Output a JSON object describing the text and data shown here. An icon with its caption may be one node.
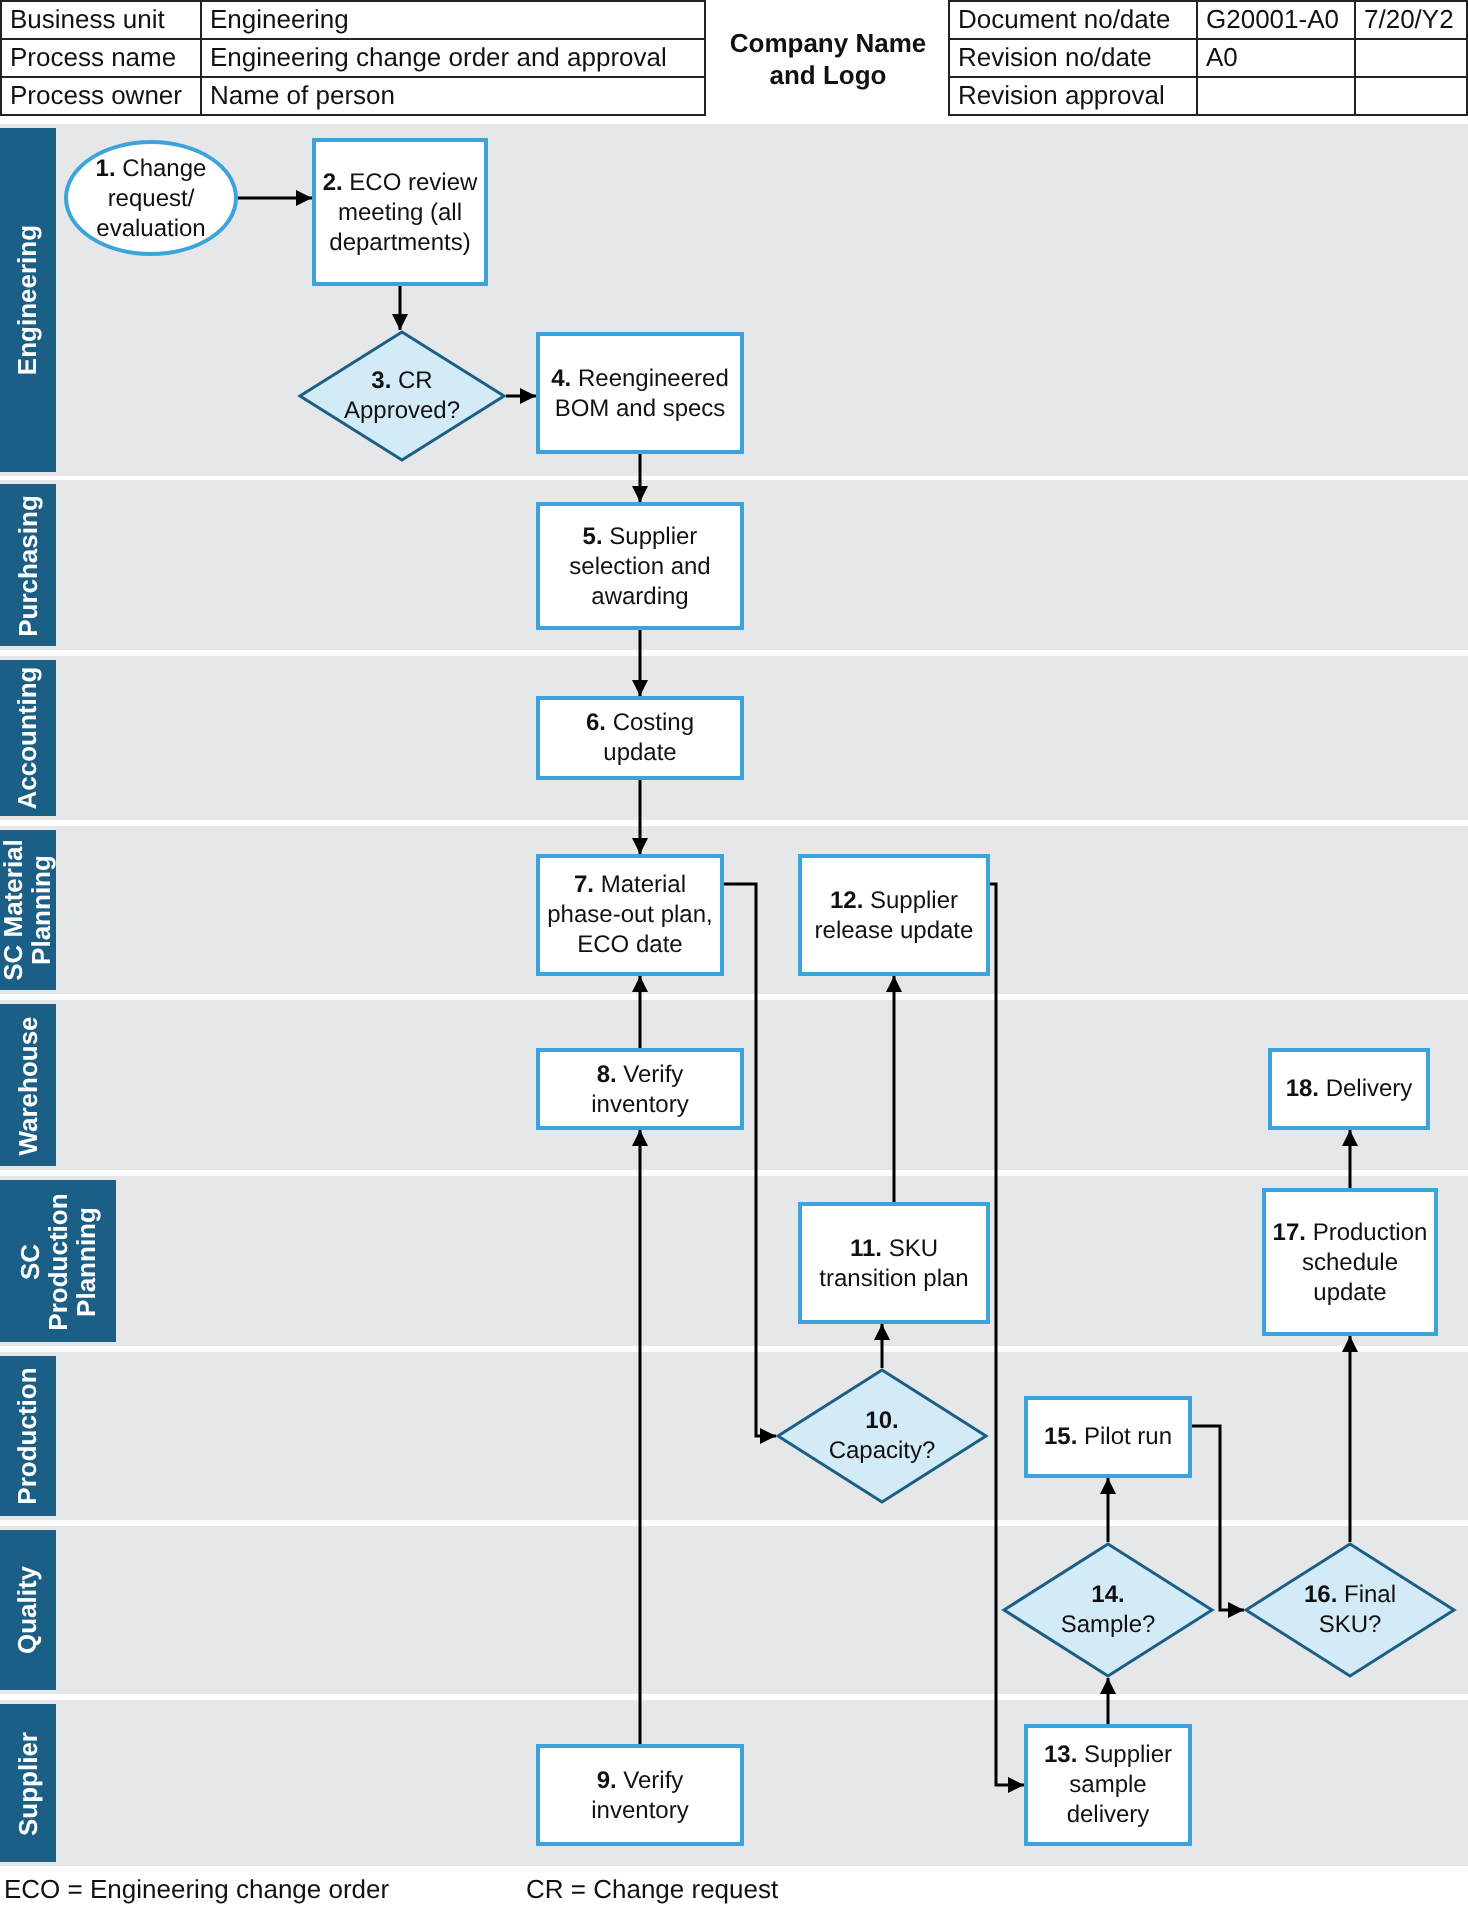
{
  "diagram": {
    "nodes": [
      {
        "text": [
          "Engineering"
        ]
      },
      {
        "text": [
          "**1.** Change request/ evaluation"
        ],
        "in": 0
      },
      {
        "text": [
          "**2.** ECO review meeting (all departments)"
        ],
        "in": 0
      },
      {
        "text": [
          "**3.** CR Approved?"
        ],
        "in": 0
      },
      {
        "text": [
          "**4.** Reengineered BOM and specs"
        ],
        "in": 0
      },
      {
        "text": [
          "Purchasing"
        ]
      },
      {
        "text": [
          "**5.** Supplier selection and awarding"
        ],
        "in": 5
      },
      {
        "text": [
          "Accounting"
        ]
      },
      {
        "text": [
          "**6.** Costing update"
        ],
        "in": 7
      },
      {
        "text": [
          "SC Material Planning"
        ]
      },
      {
        "text": [
          "**7.** Material phase-out plan, ECO date"
        ],
        "in": 9
      },
      {
        "text": [
          "**12.** Supplier release update"
        ],
        "in": 9
      },
      {
        "text": [
          "Warehouse"
        ]
      },
      {
        "text": [
          "**8.** Verify inventory"
        ],
        "in": 12
      },
      {
        "text": [
          "**18.** Delivery"
        ],
        "in": 12
      },
      {
        "text": [
          "SC Production Planning"
        ]
      },
      {
        "text": [
          "**11.** SKU transition plan"
        ],
        "in": 15
      },
      {
        "text": [
          "**17.** Production schedule update"
        ],
        "in": 15
      },
      {
        "text": [
          "Production"
        ]
      },
      {
        "text": [
          "**10.** Capacity?"
        ],
        "in": 18
      },
      {
        "text": [
          "**15.** Pilot run"
        ],
        "in": 18
      },
      {
        "text": [
          "Quality"
        ]
      },
      {
        "text": [
          "**14.** Sample?"
        ],
        "in": 21
      },
      {
        "text": [
          "**16.** Final SKU?"
        ],
        "in": 21
      },
      {
        "text": [
          "Supplier"
        ]
      },
      {
        "text": [
          "**9.** Verify inventory"
        ],
        "in": 24
      },
      {
        "text": [
          "**13.** Supplier sample delivery"
        ],
        "in": 24
      }
    ],
    "edges": [
      {
        "from": 1,
        "to": 2,
        "arrow": "to"
      },
      {
        "from": 2,
        "to": 3,
        "arrow": "to"
      },
      {
        "from": 3,
        "to": 4,
        "arrow": "to"
      },
      {
        "from": 4,
        "to": 6,
        "arrow": "to"
      },
      {
        "from": 6,
        "to": 8,
        "arrow": "to"
      },
      {
        "from": 8,
        "to": 10,
        "arrow": "to"
      },
      {
        "from": 13,
        "to": 10,
        "arrow": "to"
      },
      {
        "from": 25,
        "to": 13,
        "arrow": "to"
      },
      {
        "from": 10,
        "to": 19,
        "arrow": "to"
      },
      {
        "from": 19,
        "to": 16,
        "arrow": "to"
      },
      {
        "from": 16,
        "to": 11,
        "arrow": "to"
      },
      {
        "from": 11,
        "to": 26,
        "arrow": "to"
      },
      {
        "from": 26,
        "to": 22,
        "arrow": "to"
      },
      {
        "from": 22,
        "to": 20,
        "arrow": "to"
      },
      {
        "from": 20,
        "to": 23,
        "arrow": "to"
      },
      {
        "from": 23,
        "to": 17,
        "arrow": "to"
      },
      {
        "from": 17,
        "to": 14,
        "arrow": "to"
      }
    ],
    "labels": [
      "Business unit",
      "Engineering",
      "Process name",
      "Engineering change order and approval",
      "Process owner",
      "Name of person",
      "Company Name and Logo",
      "Document no/date",
      "G20001-A0",
      "7/20/Y2",
      "Revision no/date",
      "A0",
      "Revision approval",
      "ECO = Engineering change order",
      "CR = Change request"
    ]
  }
}
